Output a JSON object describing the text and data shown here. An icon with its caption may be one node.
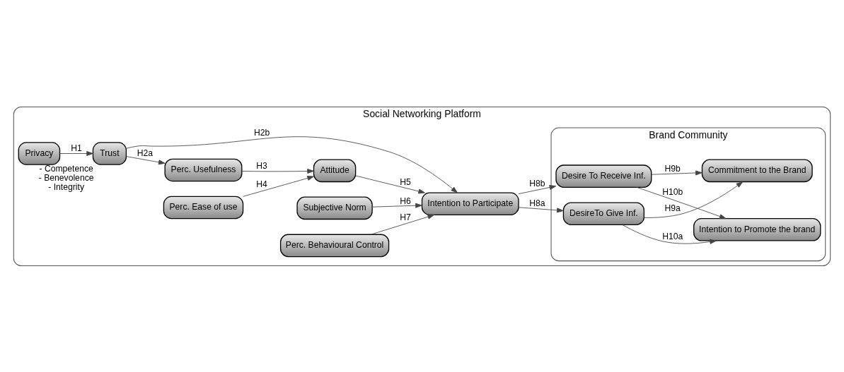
{
  "diagram": {
    "nodes": [
      {
        "text": [
          "Social Networking Platform"
        ]
      },
      {
        "text": [
          "Privacy"
        ],
        "in": 0
      },
      {
        "text": [
          "Trust"
        ],
        "in": 0,
        "beside": [
          "- Competence",
          "- Benevolence",
          "- Integrity"
        ]
      },
      {
        "text": [
          "Perc. Usefulness"
        ],
        "in": 0
      },
      {
        "text": [
          "Attitude"
        ],
        "in": 0
      },
      {
        "text": [
          "Perc. Ease of use"
        ],
        "in": 0
      },
      {
        "text": [
          "Subjective Norm"
        ],
        "in": 0
      },
      {
        "text": [
          "Intention to Participate"
        ],
        "in": 0
      },
      {
        "text": [
          "Perc. Behavioural Control"
        ],
        "in": 0
      },
      {
        "text": [
          "Brand Community"
        ],
        "in": 0
      },
      {
        "text": [
          "DesireTo Give Inf."
        ],
        "in": 9
      },
      {
        "text": [
          "Intention to Promote the brand"
        ],
        "in": 9
      },
      {
        "text": [
          "Desire To Receive Inf."
        ],
        "in": 9
      },
      {
        "text": [
          "Commitment to the Brand"
        ],
        "in": 9
      }
    ],
    "edges": [
      {
        "from": 1,
        "to": 2,
        "arrow": "to",
        "label": "H1"
      },
      {
        "from": 2,
        "to": 3,
        "arrow": "to",
        "label": "H2a"
      },
      {
        "from": 2,
        "to": 7,
        "arrow": "to",
        "label": "H2b"
      },
      {
        "from": 3,
        "to": 4,
        "arrow": "to",
        "label": "H3"
      },
      {
        "from": 5,
        "to": 4,
        "arrow": "to",
        "label": "H4"
      },
      {
        "from": 4,
        "to": 7,
        "arrow": "to",
        "label": "H5"
      },
      {
        "from": 6,
        "to": 7,
        "arrow": "to",
        "label": "H6"
      },
      {
        "from": 8,
        "to": 7,
        "arrow": "to",
        "label": "H7"
      },
      {
        "from": 7,
        "to": 10,
        "arrow": "to",
        "label": "H8a"
      },
      {
        "from": 7,
        "to": 12,
        "arrow": "to",
        "label": "H8b"
      },
      {
        "from": 10,
        "to": 11,
        "arrow": "to",
        "label": "H10a"
      },
      {
        "from": 10,
        "to": 13,
        "arrow": "to",
        "label": "H9a"
      },
      {
        "from": 12,
        "to": 11,
        "arrow": "to",
        "label": "H10b"
      },
      {
        "from": 12,
        "to": 13,
        "arrow": "to",
        "label": "H9b"
      }
    ]
  }
}
